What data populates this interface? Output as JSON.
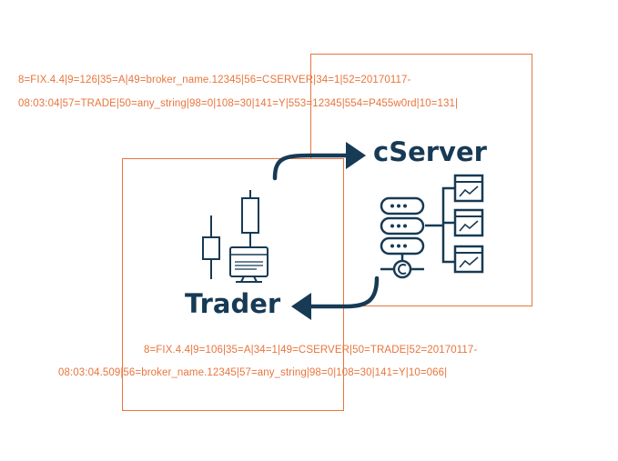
{
  "cserver": {
    "label": "cServer"
  },
  "trader": {
    "label": "Trader"
  },
  "messages": {
    "logon_request": {
      "line1": "8=FIX.4.4|9=126|35=A|49=broker_name.12345|56=CSERVER|34=1|52=20170117-",
      "line2": "08:03:04|57=TRADE|50=any_string|98=0|108=30|141=Y|553=12345|554=P455w0rd|10=131|"
    },
    "logon_response": {
      "line1": "8=FIX.4.4|9=106|35=A|34=1|49=CSERVER|50=TRADE|52=20170117-",
      "line2": "08:03:04.509|56=broker_name.12345|57=any_string|98=0|108=30|141=Y|10=066|"
    }
  },
  "colors": {
    "accent": "#e8753d",
    "navy": "#173a55"
  },
  "icons": {
    "trader": "candlestick-chart-icon",
    "monitor": "monitor-chart-icon",
    "server": "server-stack-icon",
    "screens": "chart-screen-icon"
  }
}
